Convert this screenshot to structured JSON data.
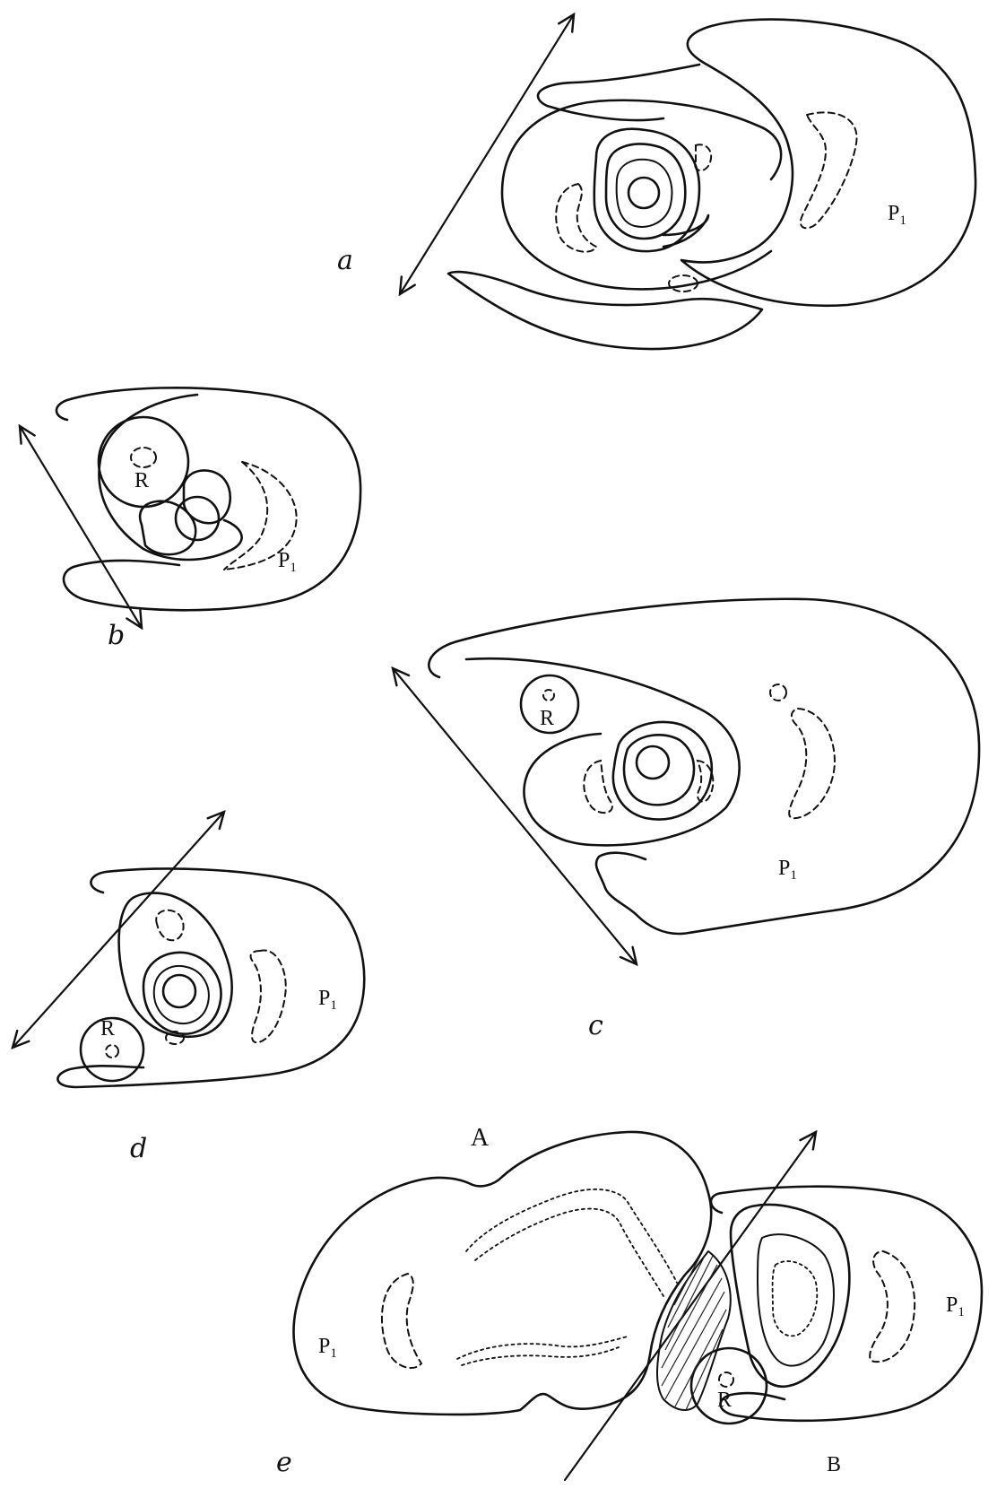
{
  "figures": {
    "a": {
      "label": "a",
      "p1": "P",
      "p1_sub": "1"
    },
    "b": {
      "label": "b",
      "r": "R",
      "p1": "P",
      "p1_sub": "1"
    },
    "c": {
      "label": "c",
      "r": "R",
      "p1": "P",
      "p1_sub": "1"
    },
    "d": {
      "label": "d",
      "r": "R",
      "p1": "P",
      "p1_sub": "1"
    },
    "e": {
      "label": "e",
      "a": "A",
      "b": "B",
      "r": "R",
      "p1_left": "P",
      "p1_left_sub": "1",
      "p1_right": "P",
      "p1_right_sub": "1"
    }
  }
}
